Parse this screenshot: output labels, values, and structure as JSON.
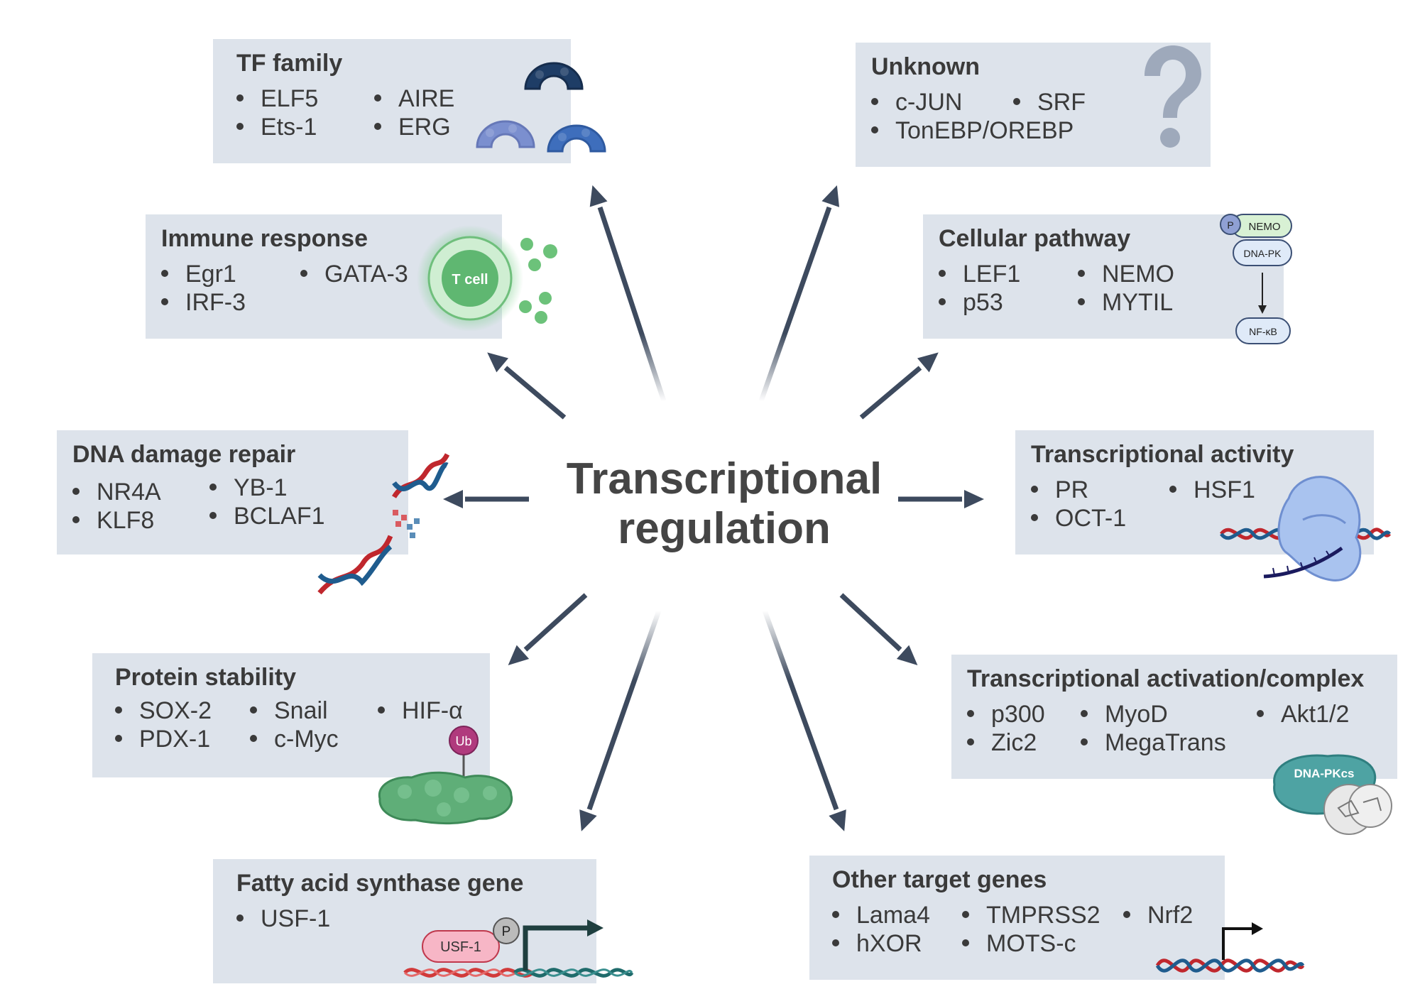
{
  "center": {
    "line1": "Transcriptional",
    "line2": "regulation"
  },
  "boxes": {
    "tf_family": {
      "title": "TF family",
      "items": [
        "ELF5",
        "AIRE",
        "Ets-1",
        "ERG"
      ]
    },
    "unknown": {
      "title": "Unknown",
      "items": [
        "c-JUN",
        "SRF",
        "TonEBP/OREBP"
      ],
      "icon": "question-mark-icon"
    },
    "immune_response": {
      "title": "Immune response",
      "items": [
        "Egr1",
        "GATA-3",
        "IRF-3"
      ],
      "cell_label": "T cell"
    },
    "cellular_pathway": {
      "title": "Cellular pathway",
      "items": [
        "LEF1",
        "NEMO",
        "p53",
        "MYTIL"
      ],
      "diagram": {
        "p": "P",
        "nemo": "NEMO",
        "dnapk": "DNA-PK",
        "nfkb": "NF-κB"
      }
    },
    "dna_damage_repair": {
      "title": "DNA damage repair",
      "items": [
        "NR4A",
        "YB-1",
        "KLF8",
        "BCLAF1"
      ]
    },
    "transcriptional_activity": {
      "title": "Transcriptional activity",
      "items": [
        "PR",
        "HSF1",
        "OCT-1"
      ]
    },
    "protein_stability": {
      "title": "Protein stability",
      "items": [
        "SOX-2",
        "Snail",
        "HIF-α",
        "PDX-1",
        "c-Myc"
      ],
      "ub_label": "Ub"
    },
    "transcriptional_activation": {
      "title": "Transcriptional activation/complex",
      "items": [
        "p300",
        "MyoD",
        "Akt1/2",
        "Zic2",
        "MegaTrans"
      ],
      "complex_label": "DNA-PKcs"
    },
    "fatty_acid": {
      "title": "Fatty acid synthase gene",
      "items": [
        "USF-1"
      ],
      "usf_label": "USF-1",
      "p_label": "P"
    },
    "other_targets": {
      "title": "Other target genes",
      "items": [
        "Lama4",
        "TMPRSS2",
        "Nrf2",
        "hXOR",
        "MOTS-c"
      ]
    }
  },
  "colors": {
    "box_bg": "#dde3eb",
    "arrow": "#3d4a5e",
    "text": "#3a3a3a"
  }
}
